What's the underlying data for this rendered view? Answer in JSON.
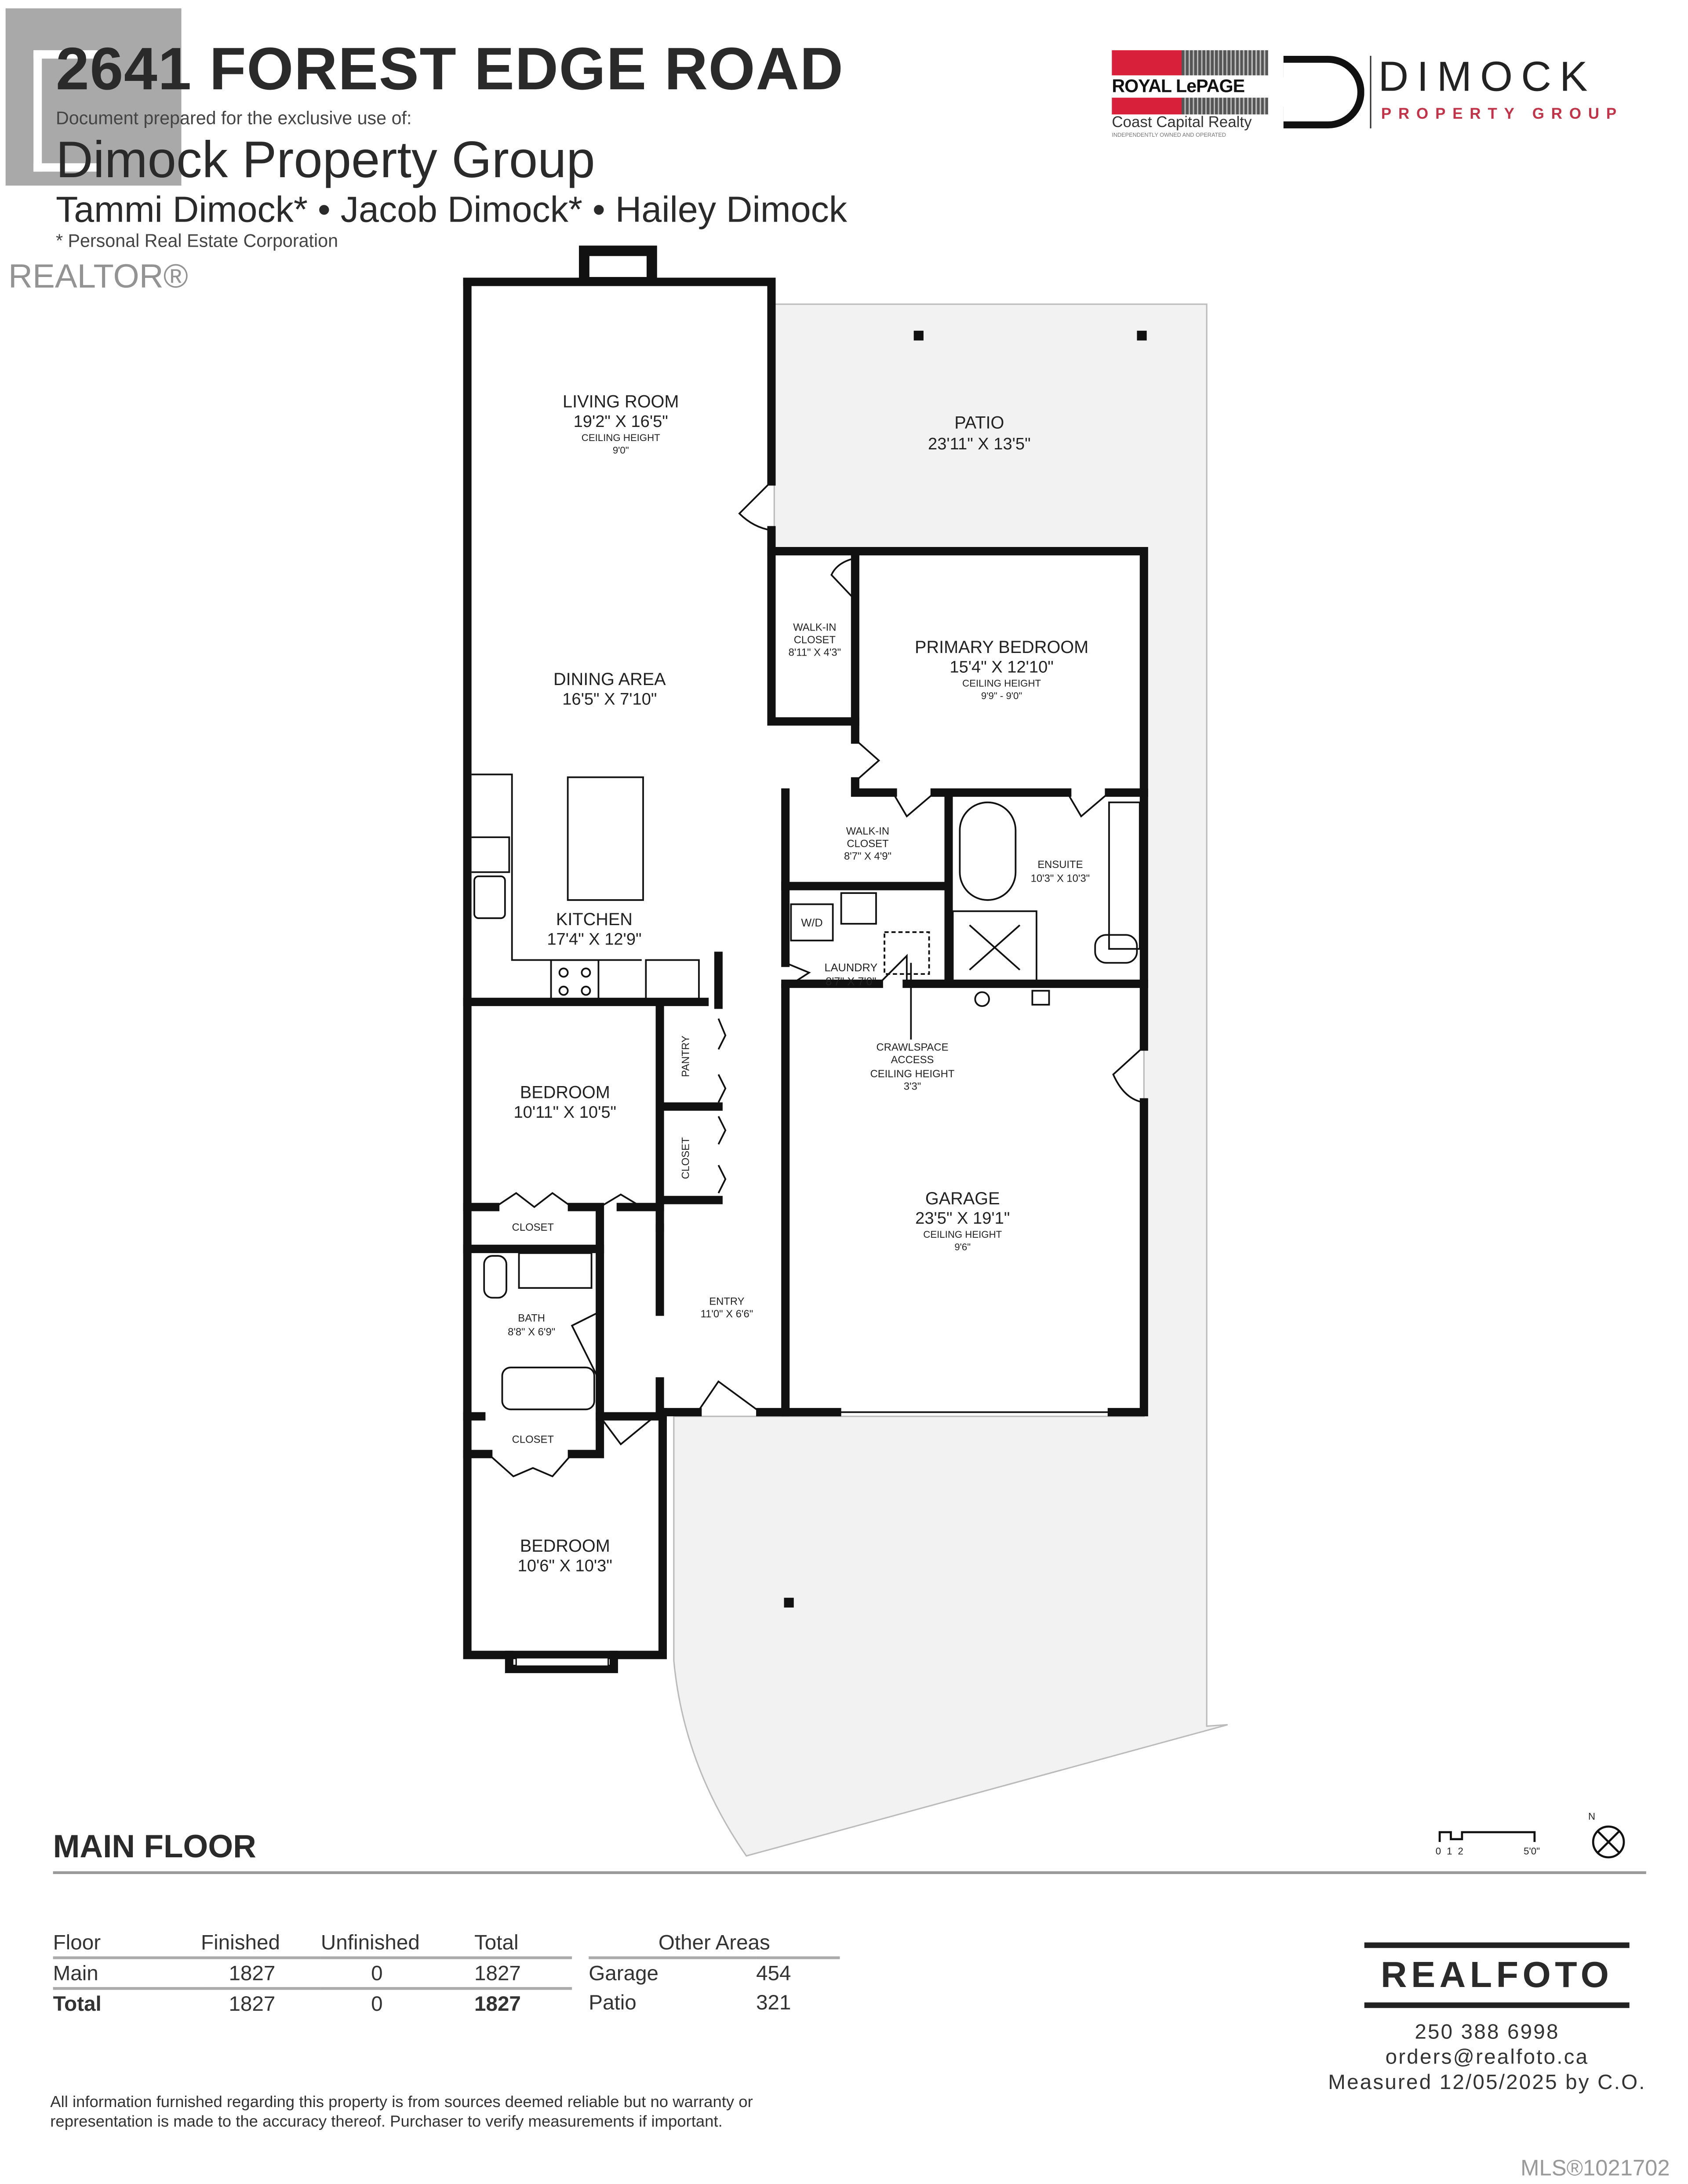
{
  "header": {
    "address": "2641 FOREST EDGE ROAD",
    "prepared_for": "Document prepared for the exclusive use of:",
    "group": "Dimock Property Group",
    "agents": "Tammi Dimock* • Jacob Dimock* • Hailey Dimock",
    "footnote": "* Personal Real Estate Corporation",
    "realtor_watermark": "REALTOR®"
  },
  "logos": {
    "royal_lepage": {
      "name": "ROYAL LePAGE",
      "sub": "Coast Capital Realty",
      "tag": "INDEPENDENTLY OWNED AND OPERATED",
      "color": "#d8203a"
    },
    "dimock": {
      "word": "DIMOCK",
      "sub": "PROPERTY GROUP",
      "color": "#c0344a"
    }
  },
  "rooms": [
    {
      "name": "LIVING ROOM",
      "dims": "19'2\" X 16'5\"",
      "note": "CEILING HEIGHT",
      "height": "9'0\""
    },
    {
      "name": "DINING AREA",
      "dims": "16'5\" X 7'10\""
    },
    {
      "name": "KITCHEN",
      "dims": "17'4\" X 12'9\""
    },
    {
      "name": "PATIO",
      "dims": "23'11\" X 13'5\""
    },
    {
      "name": "PRIMARY BEDROOM",
      "dims": "15'4\" X 12'10\"",
      "note": "CEILING HEIGHT",
      "height": "9'9\" - 9'0\""
    },
    {
      "name": "WALK-IN",
      "name2": "CLOSET",
      "dims": "8'11\" X 4'3\""
    },
    {
      "name": "WALK-IN",
      "name2": "CLOSET",
      "dims": "8'7\" X 4'9\""
    },
    {
      "name": "ENSUITE",
      "dims": "10'3\" X 10'3\""
    },
    {
      "name": "LAUNDRY",
      "dims": "8'7\" X 7'0\"",
      "wd": "W/D"
    },
    {
      "name": "CRAWLSPACE",
      "name2": "ACCESS",
      "note": "CEILING HEIGHT",
      "height": "3'3\""
    },
    {
      "name": "GARAGE",
      "dims": "23'5\" X 19'1\"",
      "note": "CEILING HEIGHT",
      "height": "9'6\""
    },
    {
      "name": "BEDROOM",
      "dims": "10'11\" X 10'5\""
    },
    {
      "name": "PANTRY"
    },
    {
      "name": "CLOSET"
    },
    {
      "name": "CLOSET"
    },
    {
      "name": "BATH",
      "dims": "8'8\" X 6'9\""
    },
    {
      "name": "ENTRY",
      "dims": "11'0\" X 6'6\""
    },
    {
      "name": "CLOSET"
    },
    {
      "name": "BEDROOM",
      "dims": "10'6\" X 10'3\""
    }
  ],
  "floor": {
    "label": "MAIN FLOOR",
    "scale_labels": [
      "0",
      "1",
      "2",
      "5'0\""
    ],
    "compass": "N"
  },
  "areas_table": {
    "headers": [
      "Floor",
      "Finished",
      "Unfinished",
      "Total"
    ],
    "rows": [
      [
        "Main",
        "1827",
        "0",
        "1827"
      ],
      [
        "Total",
        "1827",
        "0",
        "1827"
      ]
    ],
    "other_header": "Other Areas",
    "other": [
      [
        "Garage",
        "454"
      ],
      [
        "Patio",
        "321"
      ]
    ]
  },
  "realfoto": {
    "brand": "REALFOTO",
    "phone": "250 388 6998",
    "email": "orders@realfoto.ca",
    "measured": "Measured  12/05/2025 by C.O."
  },
  "disclaimer": "All information furnished regarding this property is from sources deemed reliable but no warranty or representation is made to the accuracy thereof. Purchaser to verify measurements if important.",
  "mls": "MLS®1021702"
}
